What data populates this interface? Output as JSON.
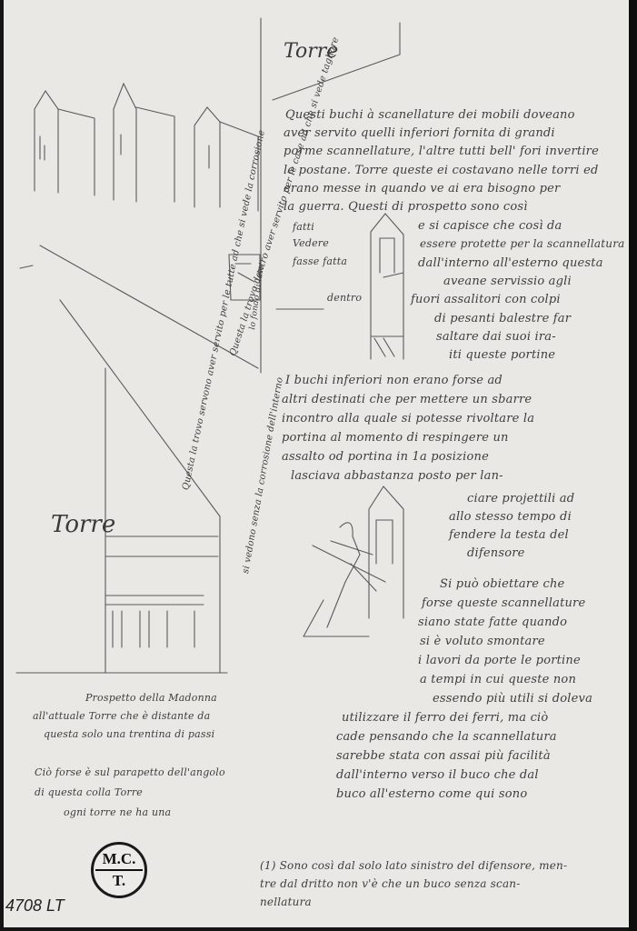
{
  "stamp": {
    "line1": "M.C.",
    "line2": "T."
  },
  "catalog_number": "4708 LT",
  "titles": {
    "torre_top": "Torre",
    "torre_left": "Torre"
  },
  "main_text": [
    "Questi buchi à scanellature dei mobili doveano",
    "aver servito quelli inferiori fornita di grandi",
    "porme scannellature, l'altre tutti bell' fori invertire",
    "le postane. Torre queste ei costavano nelle torri ed",
    "erano messe in quando ve ai era bisogno per",
    "la guerra. Questi di prospetto sono così"
  ],
  "sketch_labels": {
    "fatti": "fatti",
    "vedere": "Vedere",
    "fasse": "fasse fatta",
    "dentro": "dentro"
  },
  "side_text": [
    "e si capisce che così da",
    "essere protette per la scannellatura",
    "dall'interno all'esterno questa",
    "aveane servissio agli",
    "fuori assalitori con colpi",
    "di pesanti balestre far",
    "saltare dai suoi ira-",
    "iti queste portine"
  ],
  "middle_text": [
    "I buchi inferiori non erano forse ad",
    "altri destinati che per mettere un sbarre",
    "incontro alla quale si potesse rivoltare la",
    "portina al momento di respingere un",
    "assalto od portina in 1a posizione",
    "lasciava abbastanza posto per lan-",
    "ciare projettili ad",
    "allo stesso tempo di",
    "fendere la testa del",
    "difensore"
  ],
  "lower_text": [
    "Si può obiettare che",
    "forse queste scannellature",
    "siano state fatte quando",
    "si è voluto smontare",
    "i lavori da porte le portine",
    "a tempi in cui queste non",
    "essendo più utili si doleva",
    "utilizzare il ferro dei ferri, ma ciò",
    "cade pensando che la scannellatura",
    "sarebbe stata con assai più facilità",
    "dall'interno verso il buco che dal",
    "buco all'esterno come qui sono"
  ],
  "footnote": [
    "(1) Sono così dal solo lato sinistro del difensore, men-",
    "tre dal dritto non v'è che un buco senza scan-",
    "nellatura"
  ],
  "left_caption": [
    "Prospetto della Madonna",
    "all'attuale Torre che è distante da",
    "questa solo una trentina di passi",
    "Ciò forse è sul parapetto dell'angolo",
    "di questa colla Torre",
    "ogni torre ne ha una"
  ],
  "vertical_notes": {
    "tower_sketch": "Questa la trovo dentro aver servito per le case ad che si vede tagliare",
    "diagonal_center": "Questa la trovo servono aver servito per le tutte ad che si vede la corrosione",
    "diagonal_right": "si vedono senza la corrosione dell'interno",
    "small_right": "lo fondo di lato"
  }
}
